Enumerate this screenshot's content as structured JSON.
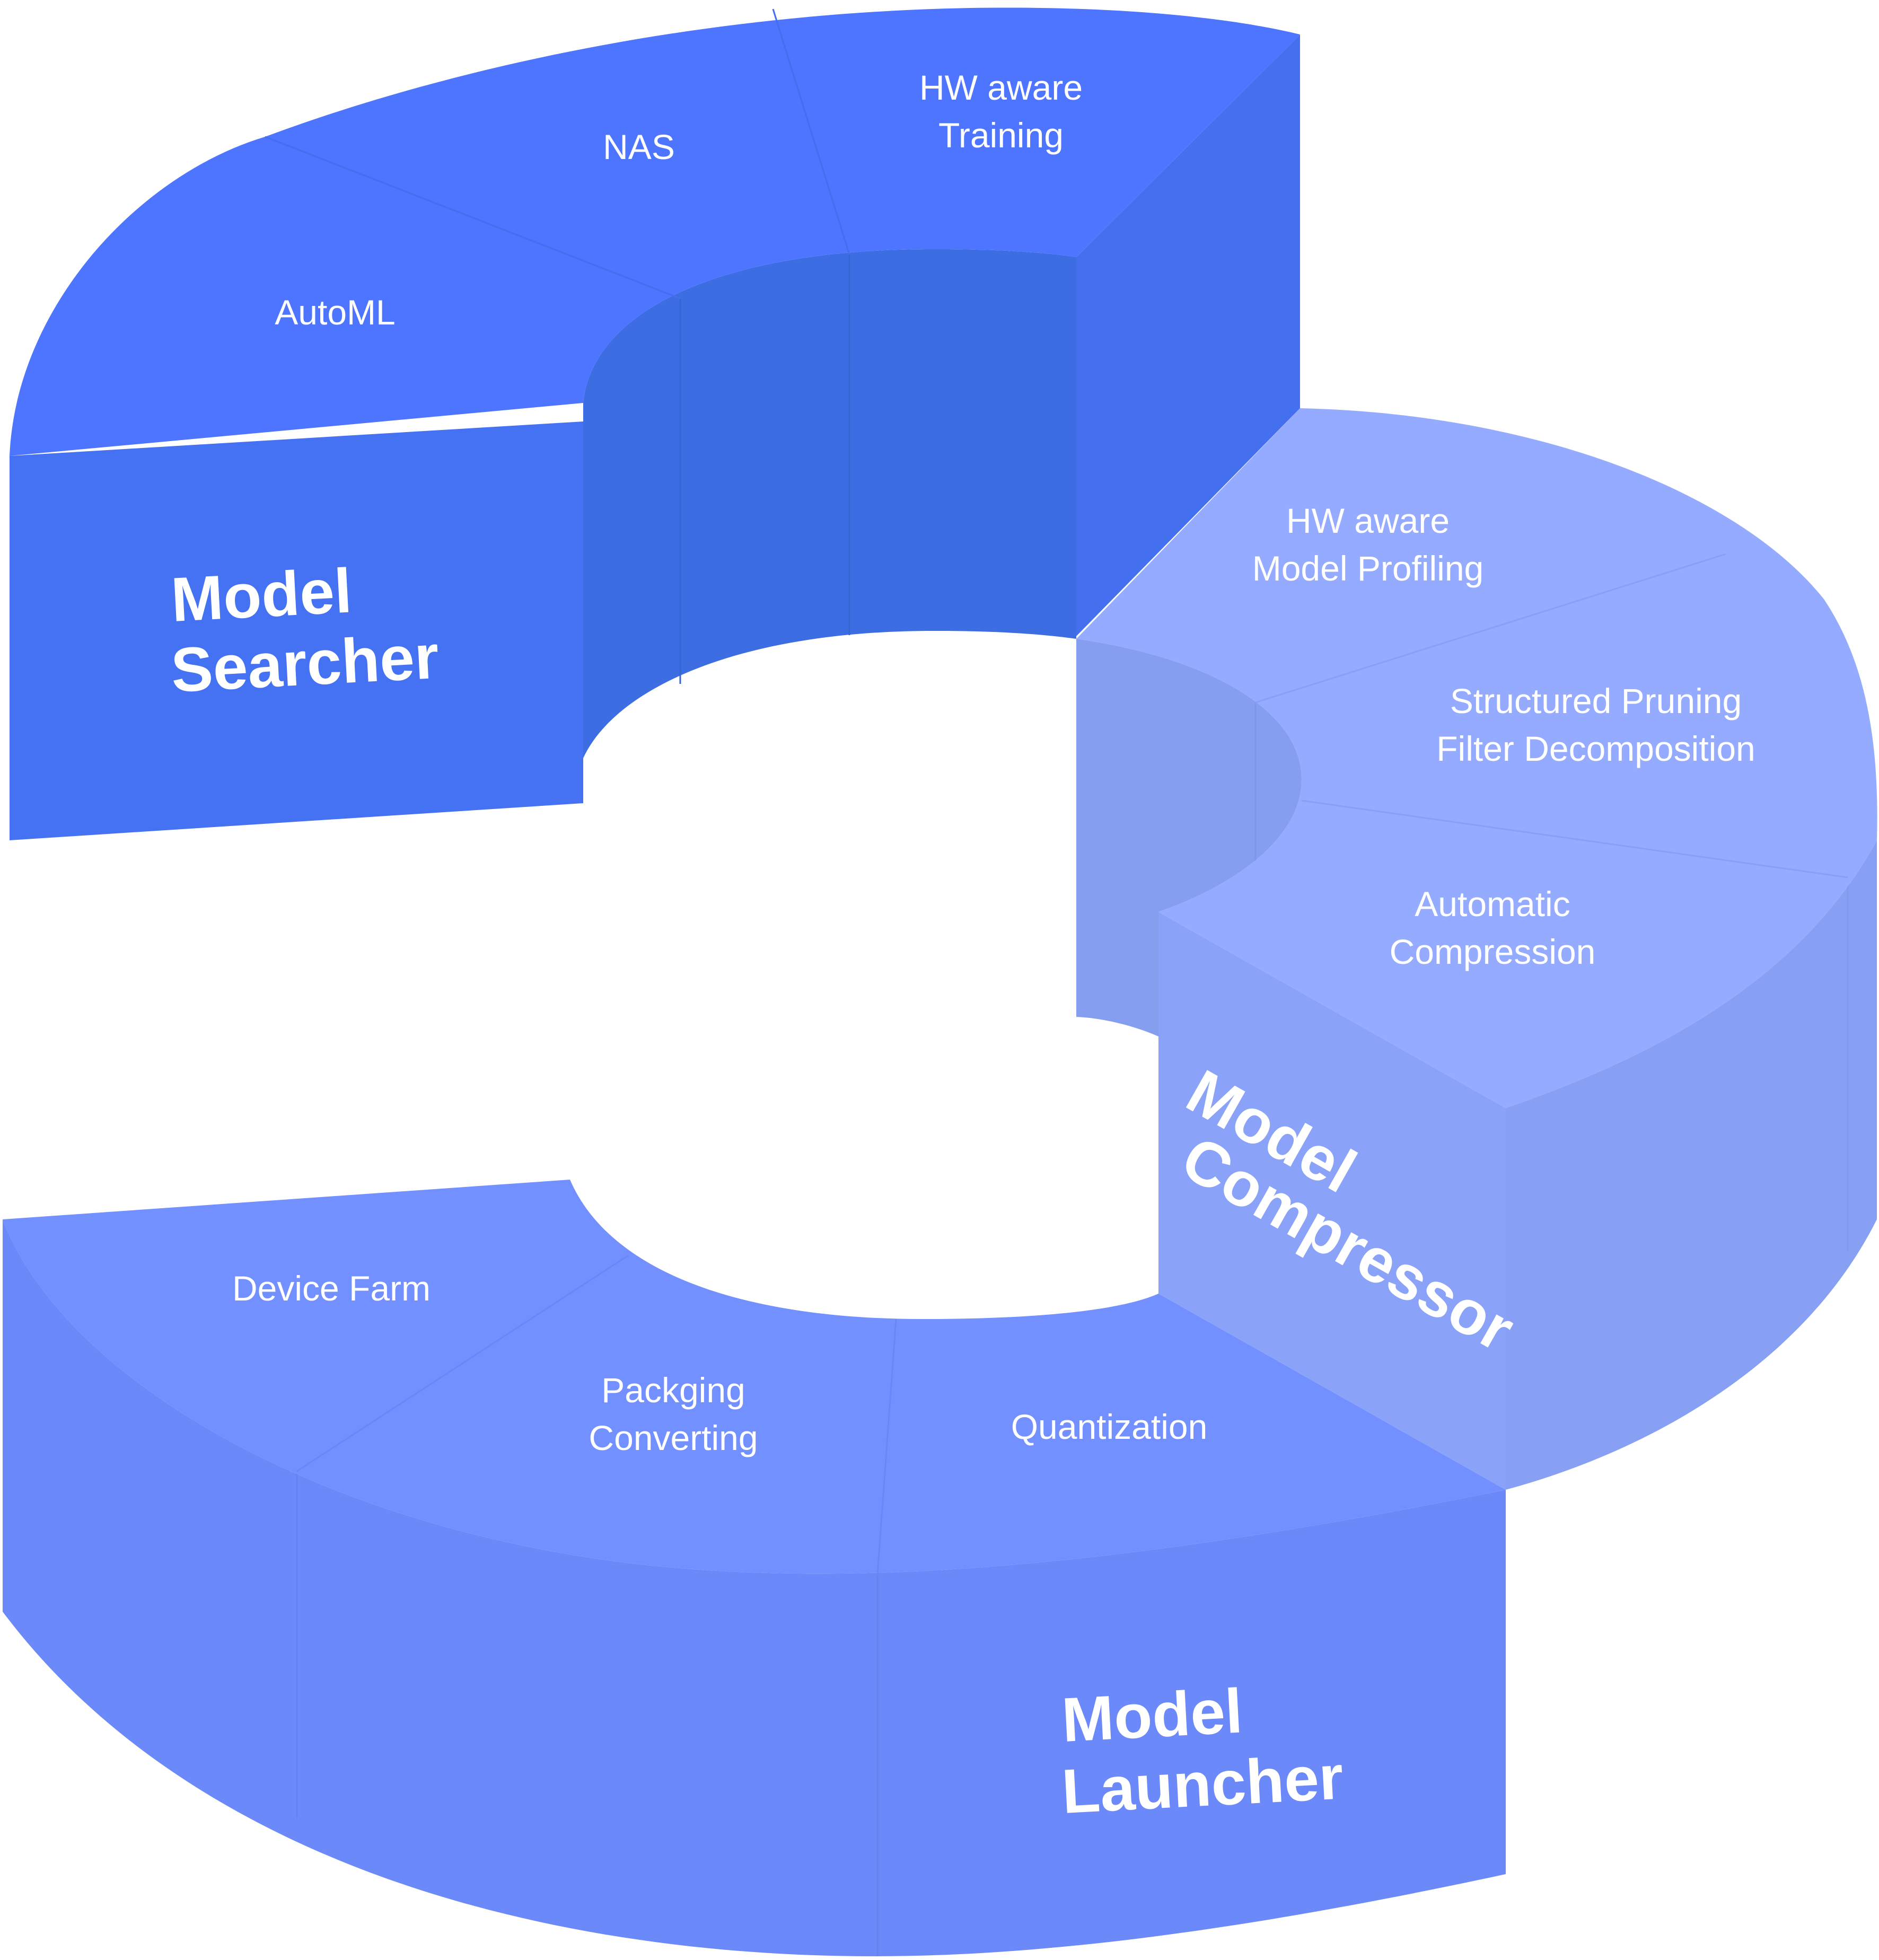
{
  "colors": {
    "searcher_top": "#4D75FF",
    "searcher_side": "#4572F2",
    "searcher_inner": "#3C6DE2",
    "compressor_top": "#94ABFF",
    "compressor_side": "#8AA3F8",
    "compressor_inner": "#859EF0",
    "launcher_top": "#7290FF",
    "launcher_side": "#6B89F8",
    "background": "#FFFFFF"
  },
  "searcher": {
    "title_line1": "Model",
    "title_line2": "Searcher",
    "segments": {
      "automl": "AutoML",
      "nas": "NAS",
      "hw_training_line1": "HW aware",
      "hw_training_line2": "Training"
    }
  },
  "compressor": {
    "title_line1": "Model",
    "title_line2": "Compressor",
    "segments": {
      "profiling_line1": "HW aware",
      "profiling_line2": "Model Profiling",
      "pruning_line1": "Structured Pruning",
      "pruning_line2": "Filter Decomposition",
      "automatic_line1": "Automatic",
      "automatic_line2": "Compression"
    }
  },
  "launcher": {
    "title_line1": "Model",
    "title_line2": "Launcher",
    "segments": {
      "device_farm": "Device Farm",
      "packaging_line1": "Packging",
      "packaging_line2": "Converting",
      "quantization": "Quantization"
    }
  }
}
